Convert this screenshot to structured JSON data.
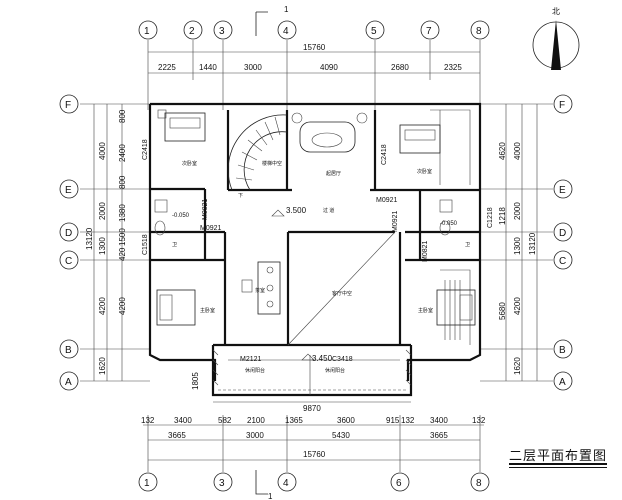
{
  "title": "二层平面布置图",
  "north_label": "北",
  "section_mark": "1",
  "grid_axes": {
    "top": [
      "1",
      "2",
      "3",
      "4",
      "5",
      "7",
      "8"
    ],
    "bottom": [
      "1",
      "3",
      "4",
      "6",
      "8"
    ],
    "left": [
      "F",
      "E",
      "D",
      "C",
      "B",
      "A"
    ],
    "right": [
      "F",
      "E",
      "D",
      "C",
      "B",
      "A"
    ]
  },
  "top_dims": {
    "total": "15760",
    "segments": [
      "2225",
      "1440",
      "3000",
      "4090",
      "2680",
      "2325"
    ]
  },
  "bottom_dims": {
    "inner": "9870",
    "row1": [
      "132",
      "3400",
      "582",
      "2100",
      "1365",
      "3600",
      "915",
      "132",
      "3400",
      "132"
    ],
    "row2": [
      "3665",
      "3000",
      "5430",
      "3665"
    ],
    "total": "15760"
  },
  "left_dims": {
    "outer": "13120",
    "inner": [
      "4000",
      "2000",
      "1300",
      "4200",
      "1620"
    ],
    "detail": [
      "800",
      "2400",
      "800",
      "1380",
      "1500",
      "420",
      "4200",
      "1805"
    ]
  },
  "right_dims": {
    "outer": "13120",
    "inner": [
      "4000",
      "2000",
      "1300",
      "4200",
      "1620"
    ],
    "detail": [
      "4620",
      "1218",
      "5680"
    ]
  },
  "window_codes": {
    "c2418_left": "C2418",
    "c2418_right": "C2418",
    "c1518": "C1518",
    "c1218": "C1218",
    "c3418": "C3418"
  },
  "door_codes": {
    "m0821_l": "M0821",
    "m0921_l": "M0921",
    "m0921_r": "M0921",
    "m0921_r2": "M0921",
    "m0821_r": "M0821",
    "m2121": "M2121"
  },
  "levels": {
    "floor": "3.500",
    "balcony": "3.450",
    "wet_l": "-0.050",
    "wet_r": "-0.050"
  },
  "rooms": {
    "bedroom_tl": "次卧室",
    "stair_void": "楼梯中空",
    "lounge": "起居厅",
    "bedroom_tr": "次卧室",
    "corridor": "过 道",
    "study": "茶室",
    "living_void": "客厅中空",
    "master_l": "主卧室",
    "master_r": "主卧室",
    "balcony_l": "休闲阳台",
    "balcony_r": "休闲阳台",
    "bath_l": "卫",
    "bath_r": "卫",
    "down": "下"
  }
}
